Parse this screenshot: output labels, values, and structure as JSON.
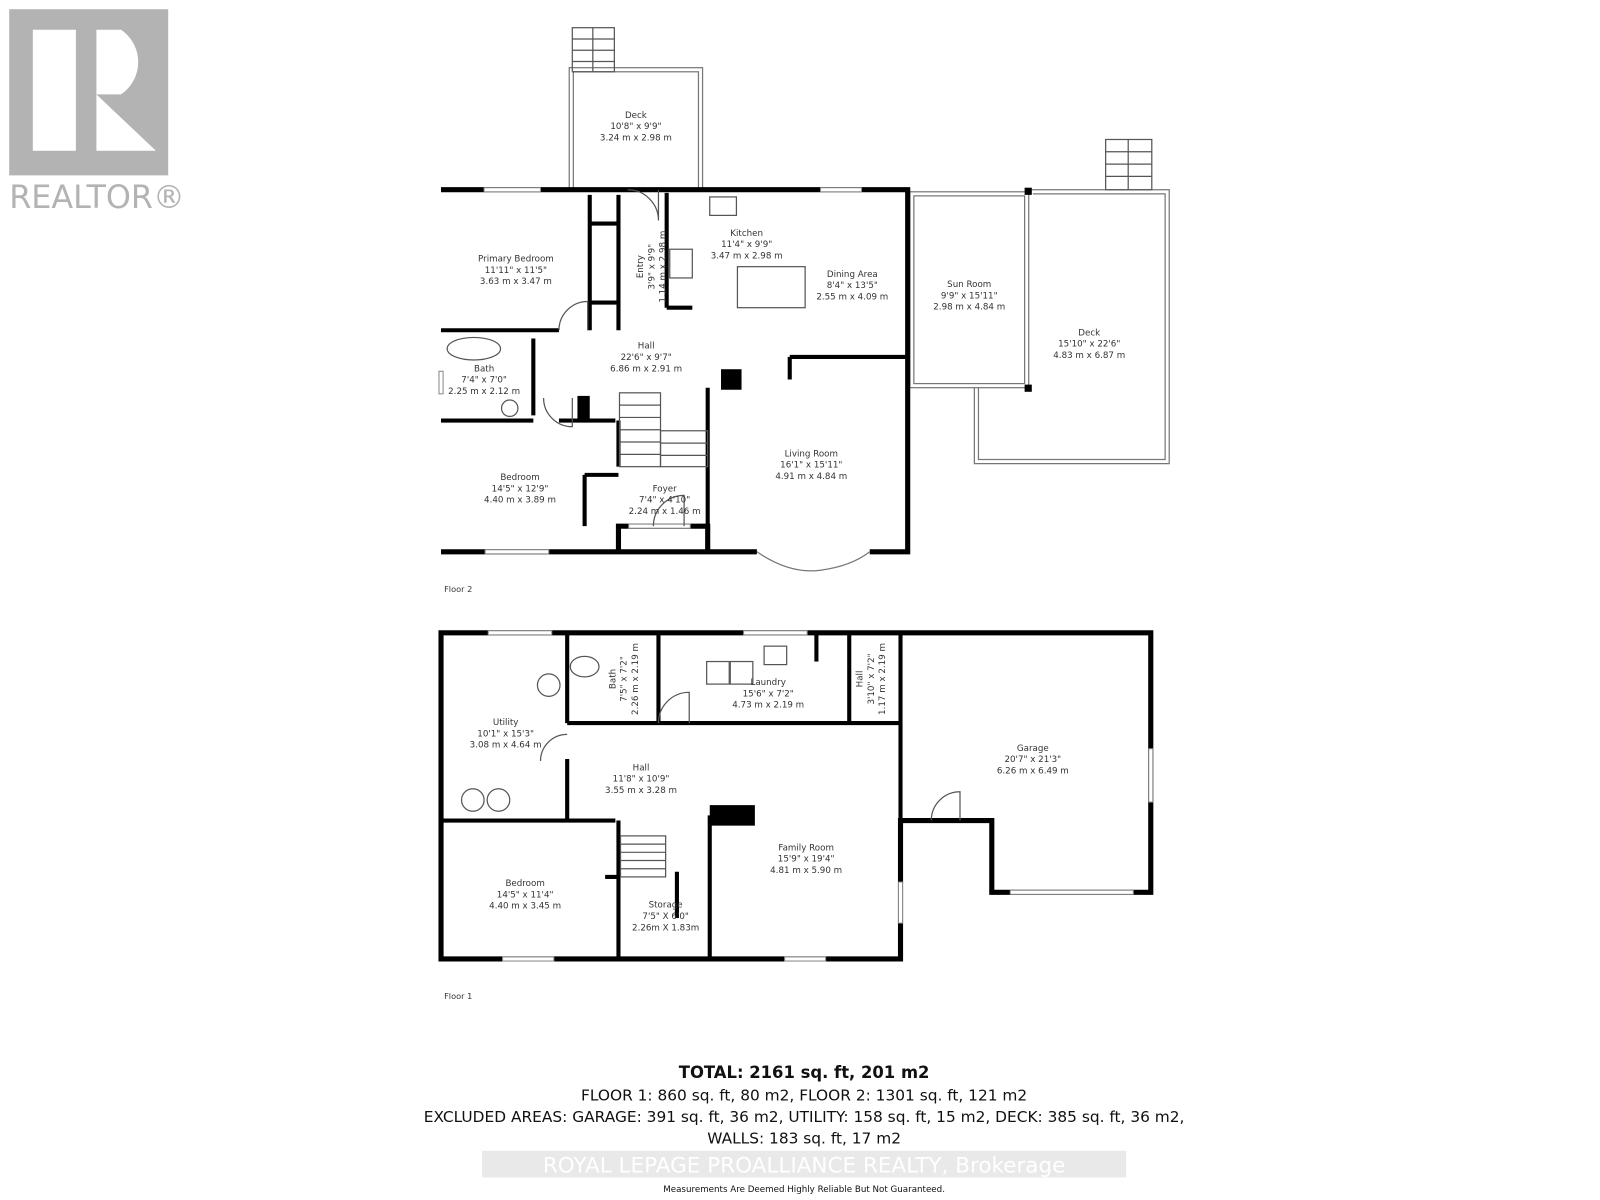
{
  "logo": {
    "text": "REALTOR®",
    "color": "#b3b3b3"
  },
  "floor2": {
    "label": "Floor 2",
    "rooms": [
      {
        "name": "Deck",
        "imperial": "10'8\" x 9'9\"",
        "metric": "3.24 m x 2.98 m"
      },
      {
        "name": "Primary Bedroom",
        "imperial": "11'11\" x 11'5\"",
        "metric": "3.63 m x 3.47 m"
      },
      {
        "name": "Entry",
        "imperial": "3'9\" x 9'9\"",
        "metric": "1.14 m x 2.98 m"
      },
      {
        "name": "Kitchen",
        "imperial": "11'4\" x 9'9\"",
        "metric": "3.47 m x 2.98 m"
      },
      {
        "name": "Dining Area",
        "imperial": "8'4\" x 13'5\"",
        "metric": "2.55 m x 4.09 m"
      },
      {
        "name": "Sun Room",
        "imperial": "9'9\" x 15'11\"",
        "metric": "2.98 m x 4.84 m"
      },
      {
        "name": "Deck",
        "imperial": "15'10\" x 22'6\"",
        "metric": "4.83 m x 6.87 m"
      },
      {
        "name": "Hall",
        "imperial": "22'6\" x 9'7\"",
        "metric": "6.86 m x 2.91 m"
      },
      {
        "name": "Bath",
        "imperial": "7'4\" x 7'0\"",
        "metric": "2.25 m x 2.12 m"
      },
      {
        "name": "Bedroom",
        "imperial": "14'5\" x 12'9\"",
        "metric": "4.40 m x 3.89 m"
      },
      {
        "name": "Foyer",
        "imperial": "7'4\" x 4'10\"",
        "metric": "2.24 m x 1.46 m"
      },
      {
        "name": "Living Room",
        "imperial": "16'1\" x 15'11\"",
        "metric": "4.91 m x 4.84 m"
      }
    ]
  },
  "floor1": {
    "label": "Floor 1",
    "rooms": [
      {
        "name": "Utility",
        "imperial": "10'1\" x 15'3\"",
        "metric": "3.08 m x 4.64 m"
      },
      {
        "name": "Bath",
        "imperial": "7'5\" x 7'2\"",
        "metric": "2.26 m x 2.19 m"
      },
      {
        "name": "Laundry",
        "imperial": "15'6\" x 7'2\"",
        "metric": "4.73 m x 2.19 m"
      },
      {
        "name": "Hall",
        "imperial": "3'10\" x 7'2\"",
        "metric": "1.17 m x 2.19 m"
      },
      {
        "name": "Garage",
        "imperial": "20'7\" x 21'3\"",
        "metric": "6.26 m x 6.49 m"
      },
      {
        "name": "Hall",
        "imperial": "11'8\" x 10'9\"",
        "metric": "3.55 m x 3.28 m"
      },
      {
        "name": "Family Room",
        "imperial": "15'9\" x 19'4\"",
        "metric": "4.81 m x 5.90 m"
      },
      {
        "name": "Bedroom",
        "imperial": "14'5\" x 11'4\"",
        "metric": "4.40 m x 3.45 m"
      },
      {
        "name": "Storage",
        "imperial": "7'5\" X 6'0\"",
        "metric": "2.26m X 1.83m"
      }
    ]
  },
  "summary": {
    "total": "TOTAL: 2161 sq. ft, 201 m2",
    "floors": "FLOOR 1: 860 sq. ft, 80 m2, FLOOR 2: 1301 sq. ft, 121 m2",
    "excluded": "EXCLUDED AREAS: GARAGE: 391 sq. ft, 36 m2, UTILITY: 158 sq. ft, 15 m2, DECK: 385 sq. ft, 36 m2,",
    "walls": "WALLS: 183 sq. ft, 17 m2",
    "watermark": "ROYAL LEPAGE PROALLIANCE REALTY, Brokerage",
    "disclaimer": "Measurements Are Deemed Highly Reliable But Not Guaranteed."
  }
}
